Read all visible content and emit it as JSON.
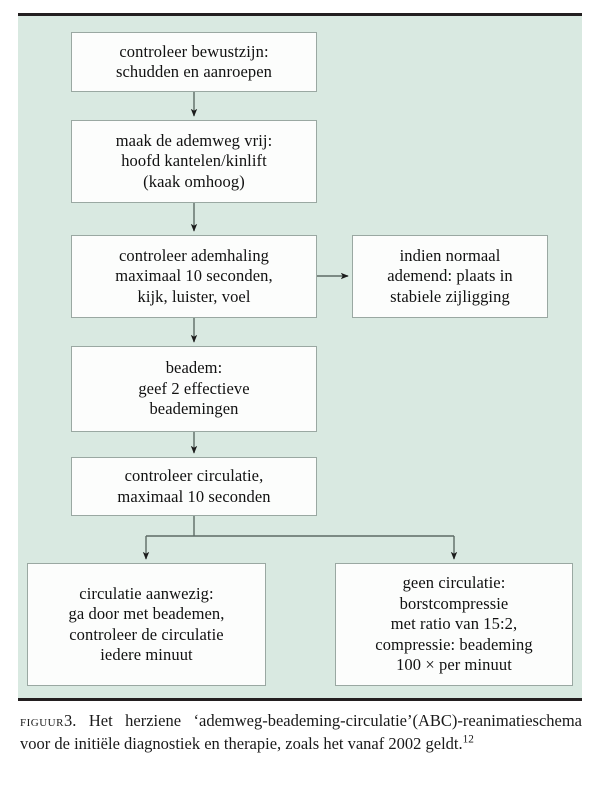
{
  "figure": {
    "background_color": "#d9e9e1",
    "box_fill_color": "#fcfdfc",
    "box_border_color": "#9aa8a2",
    "connector_color": "#5d6b65",
    "rule_color": "#231f20",
    "nodes": {
      "consciousness": "controleer bewustzijn:\nschudden en aanroepen",
      "airway": "maak de ademweg vrij:\nhoofd kantelen/kinlift\n(kaak omhoog)",
      "breathing": "controleer ademhaling\nmaximaal 10 seconden,\nkijk, luister, voel",
      "recovery": "indien normaal\nademend: plaats in\nstabiele zijligging",
      "ventilate": "beadem:\ngeef 2 effectieve\nbeademingen",
      "circulation": "controleer circulatie,\nmaximaal 10 seconden",
      "has_circulation": "circulatie aanwezig:\nga door met beademen,\ncontroleer de circulatie\niedere minuut",
      "no_circulation": "geen circulatie:\nborstcompressie\nmet ratio van 15:2,\ncompressie: beademing\n100 × per minuut"
    }
  },
  "caption": {
    "label": "figuur",
    "number": "3.",
    "text": " Het herziene ‘ademweg-beademing-circulatie’(ABC)-reanimatieschema voor de initiële diagnostiek en therapie, zoals het vanaf 2002 geldt.",
    "reference": "12"
  }
}
